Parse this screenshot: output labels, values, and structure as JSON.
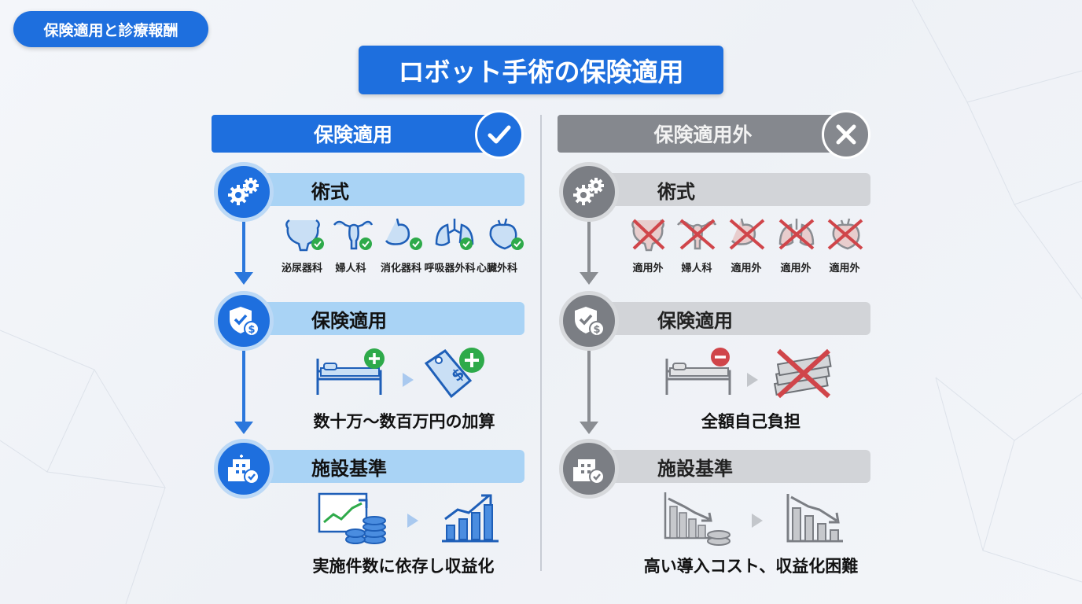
{
  "tag_label": "保険適用と診療報酬",
  "title": "ロボット手術の保険適用",
  "covered": {
    "header": "保険適用",
    "steps": [
      {
        "label": "術式"
      },
      {
        "label": "保険適用"
      },
      {
        "label": "施設基準"
      }
    ],
    "specialties": [
      "泌尿器科",
      "婦人科",
      "消化器科",
      "呼吸器外科",
      "心臓外科"
    ],
    "insurance_caption": "数十万〜数百万円の加算",
    "facility_caption": "実施件数に依存し収益化"
  },
  "not_covered": {
    "header": "保険適用外",
    "steps": [
      {
        "label": "術式"
      },
      {
        "label": "保険適用"
      },
      {
        "label": "施設基準"
      }
    ],
    "specialties": [
      "適用外",
      "婦人科",
      "適用外",
      "適用外",
      "適用外"
    ],
    "insurance_caption": "全額自己負担",
    "facility_caption": "高い導入コスト、収益化困難"
  },
  "colors": {
    "primary_blue": "#1e6fde",
    "light_blue": "#a9d3f5",
    "gray": "#85888e",
    "light_gray": "#d2d4d8",
    "check_green": "#2eaa4a",
    "cross_red": "#d0454a"
  }
}
